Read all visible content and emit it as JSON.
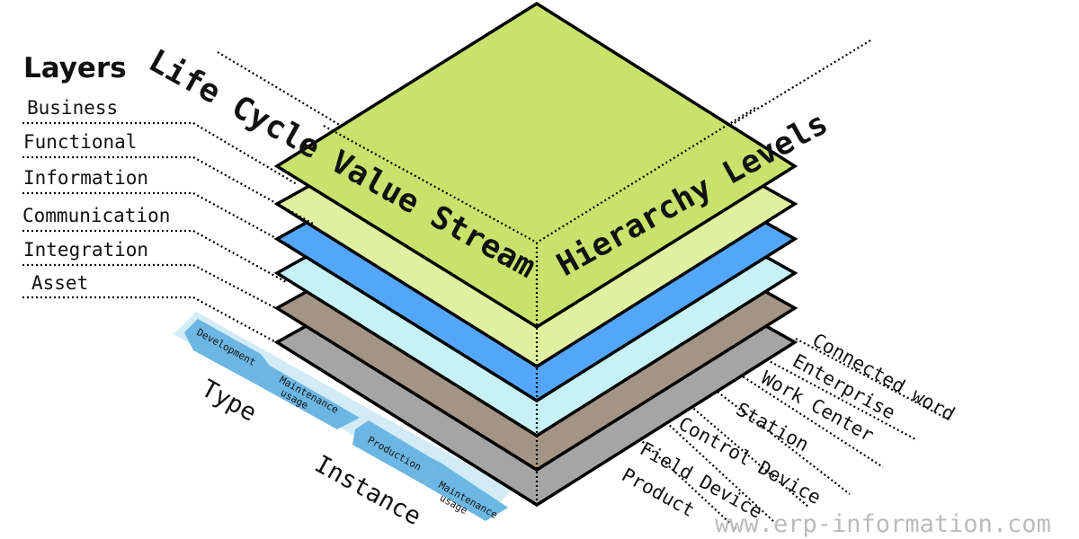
{
  "title": "Layers",
  "layers": [
    {
      "label": "Business",
      "color": "#c9e26c"
    },
    {
      "label": "Functional",
      "color": "#e0f0a0"
    },
    {
      "label": "Information",
      "color": "#54a6fb"
    },
    {
      "label": "Communication",
      "color": "#c6f2f6"
    },
    {
      "label": "Integration",
      "color": "#a39486"
    },
    {
      "label": "Asset",
      "color": "#a5a5a5"
    }
  ],
  "life_cycle_label": "Life Cycle Value Stream",
  "hierarchy_label": "Hierarchy Levels",
  "hierarchy_levels": [
    "Connected word",
    "Enterprise",
    "Work Center",
    "Station",
    "Control Device",
    "Field Device",
    "Product"
  ],
  "type": {
    "label": "Type",
    "stages": [
      "Development",
      "Maintenance usage"
    ]
  },
  "instance": {
    "label": "Instance",
    "stages": [
      "Production",
      "Maintenance usage"
    ]
  },
  "arrow_color": "#6cb6e3",
  "watermark": "www.erp-information.com"
}
